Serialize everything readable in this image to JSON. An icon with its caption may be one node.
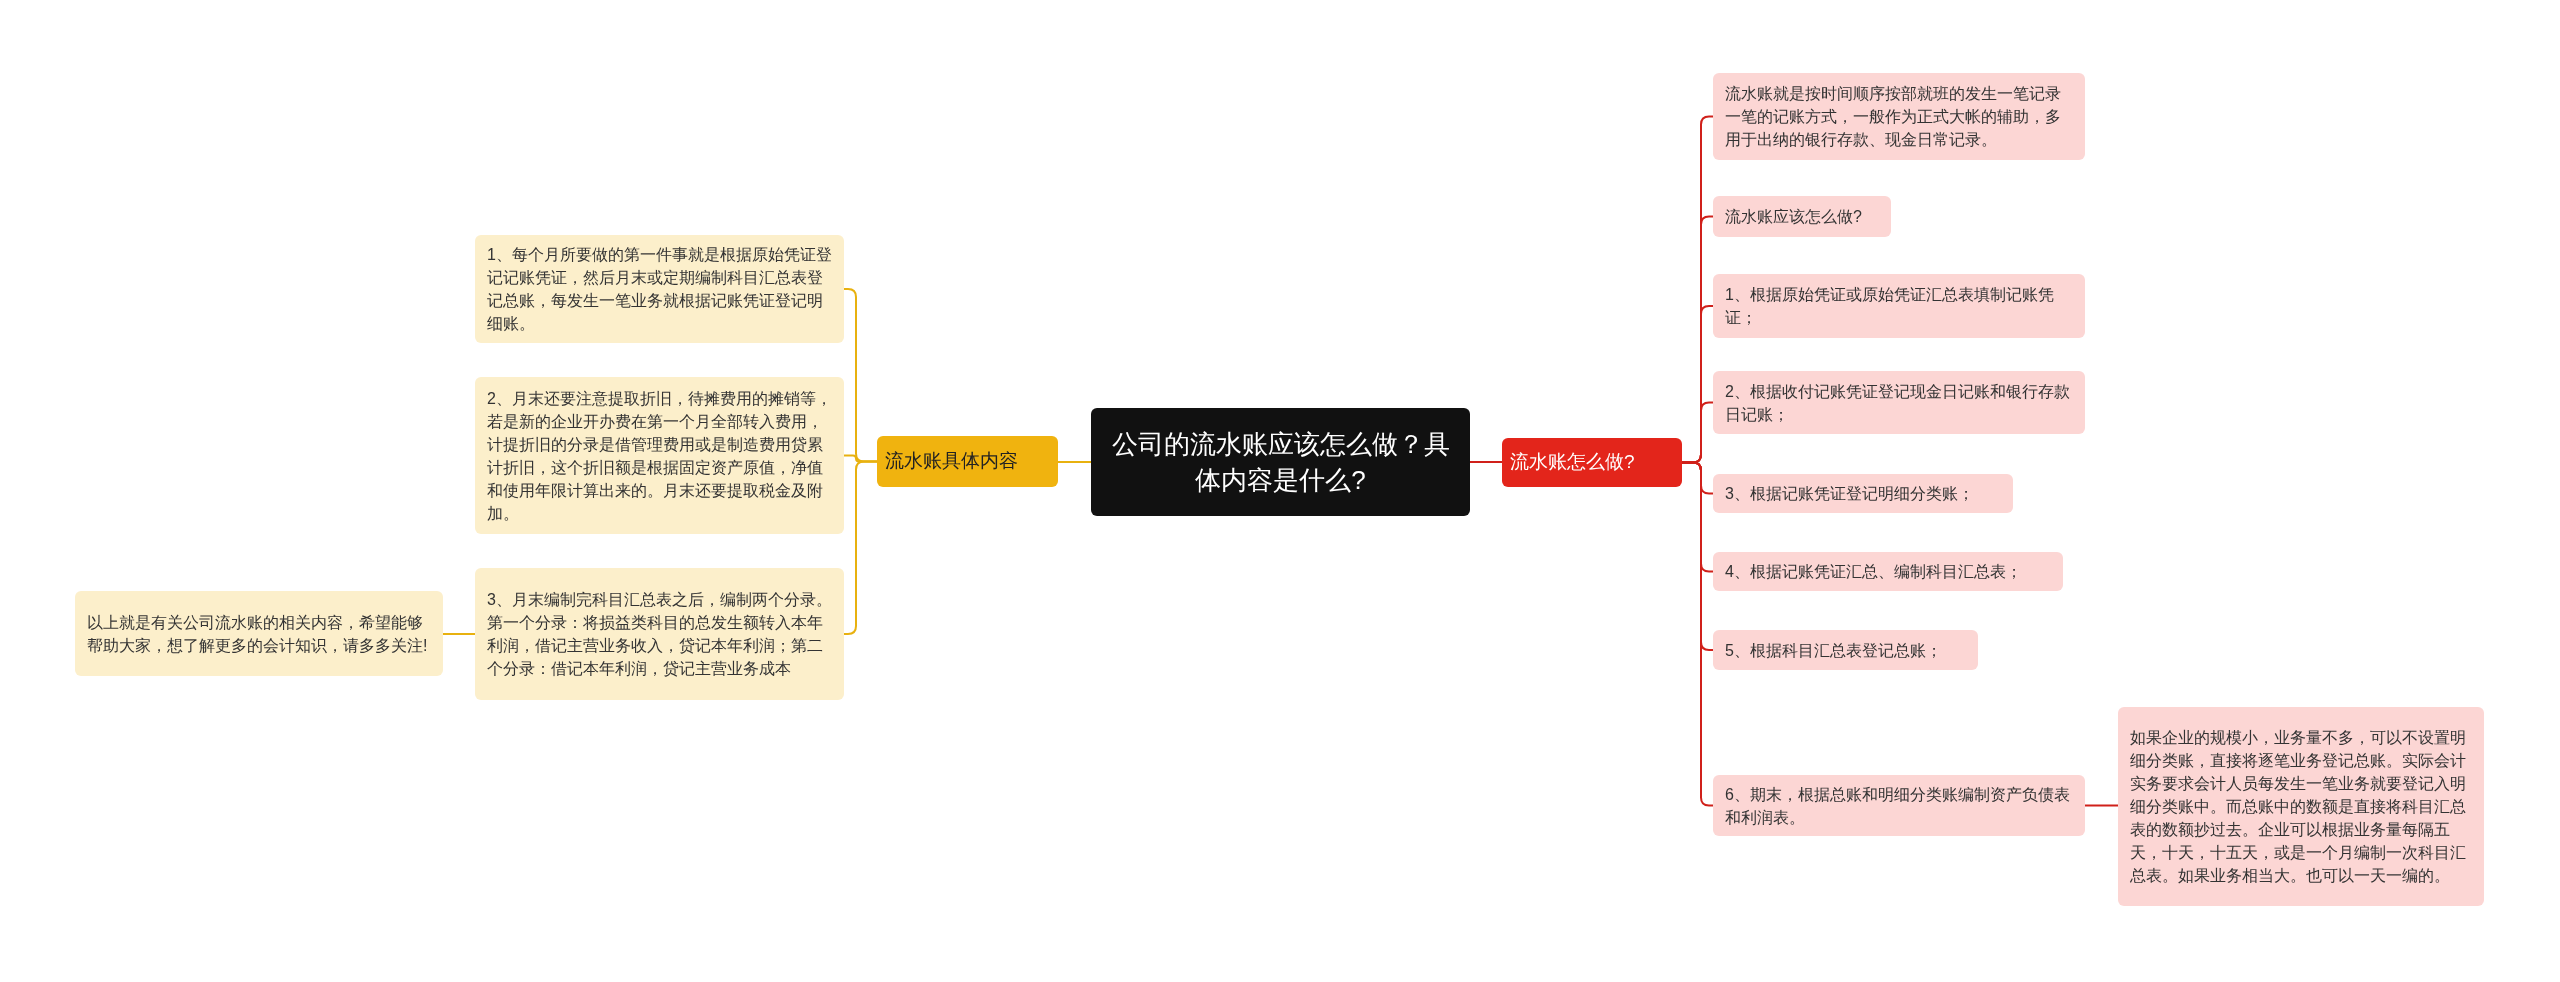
{
  "diagram": {
    "nodes": [
      {
        "text": [
          "公司的流水账应该怎么做？具体内容是什么?"
        ]
      },
      {
        "text": [
          "流水账具体内容"
        ]
      },
      {
        "text": [
          "1、每个月所要做的第一件事就是根据原始凭证登记记账凭证，然后月末或定期编制科目汇总表登记总账，每发生一笔业务就根据记账凭证登记明细账。"
        ]
      },
      {
        "text": [
          "2、月末还要注意提取折旧，待摊费用的摊销等，若是新的企业开办费在第一个月全部转入费用，计提折旧的分录是借管理费用或是制造费用贷累计折旧，这个折旧额是根据固定资产原值，净值和使用年限计算出来的。月末还要提取税金及附加。"
        ]
      },
      {
        "text": [
          "3、月末编制完科目汇总表之后，编制两个分录。第一个分录：将损益类科目的总发生额转入本年利润，借记主营业务收入，贷记本年利润；第二个分录：借记本年利润，贷记主营业务成本"
        ]
      },
      {
        "text": [
          "以上就是有关公司流水账的相关内容，希望能够帮助大家，想了解更多的会计知识，请多多关注!"
        ]
      },
      {
        "text": [
          "流水账怎么做?"
        ]
      },
      {
        "text": [
          "流水账就是按时间顺序按部就班的发生一笔记录一笔的记账方式，一般作为正式大帐的辅助，多用于出纳的银行存款、现金日常记录。"
        ]
      },
      {
        "text": [
          "流水账应该怎么做?"
        ]
      },
      {
        "text": [
          "1、根据原始凭证或原始凭证汇总表填制记账凭证；"
        ]
      },
      {
        "text": [
          "2、根据收付记账凭证登记现金日记账和银行存款日记账；"
        ]
      },
      {
        "text": [
          "3、根据记账凭证登记明细分类账；"
        ]
      },
      {
        "text": [
          "4、根据记账凭证汇总、编制科目汇总表；"
        ]
      },
      {
        "text": [
          "5、根据科目汇总表登记总账；"
        ]
      },
      {
        "text": [
          "6、期末，根据总账和明细分类账编制资产负债表和利润表。"
        ]
      },
      {
        "text": [
          "如果企业的规模小，业务量不多，可以不设置明细分类账，直接将逐笔业务登记总账。实际会计实务要求会计人员每发生一笔业务就要登记入明细分类账中。而总账中的数额是直接将科目汇总表的数额抄过去。企业可以根据业务量每隔五天，十天，十五天，或是一个月编制一次科目汇总表。如果业务相当大。也可以一天一编的。"
        ]
      }
    ],
    "edges": [
      {
        "from": 0,
        "to": 1,
        "arrow": "none",
        "color": "#e8b10f"
      },
      {
        "from": 1,
        "to": 2,
        "arrow": "none",
        "color": "#e8b10f"
      },
      {
        "from": 1,
        "to": 3,
        "arrow": "none",
        "color": "#e8b10f"
      },
      {
        "from": 1,
        "to": 4,
        "arrow": "none",
        "color": "#e8b10f"
      },
      {
        "from": 4,
        "to": 5,
        "arrow": "none",
        "color": "#e8b10f"
      },
      {
        "from": 0,
        "to": 6,
        "arrow": "none"
      },
      {
        "from": 6,
        "to": 7,
        "arrow": "none"
      },
      {
        "from": 6,
        "to": 8,
        "arrow": "none"
      },
      {
        "from": 6,
        "to": 9,
        "arrow": "none"
      },
      {
        "from": 6,
        "to": 10,
        "arrow": "none"
      },
      {
        "from": 6,
        "to": 11,
        "arrow": "none"
      },
      {
        "from": 6,
        "to": 12,
        "arrow": "none"
      },
      {
        "from": 6,
        "to": 13,
        "arrow": "none"
      },
      {
        "from": 6,
        "to": 14,
        "arrow": "none"
      },
      {
        "from": 14,
        "to": 15,
        "arrow": "none"
      }
    ]
  }
}
